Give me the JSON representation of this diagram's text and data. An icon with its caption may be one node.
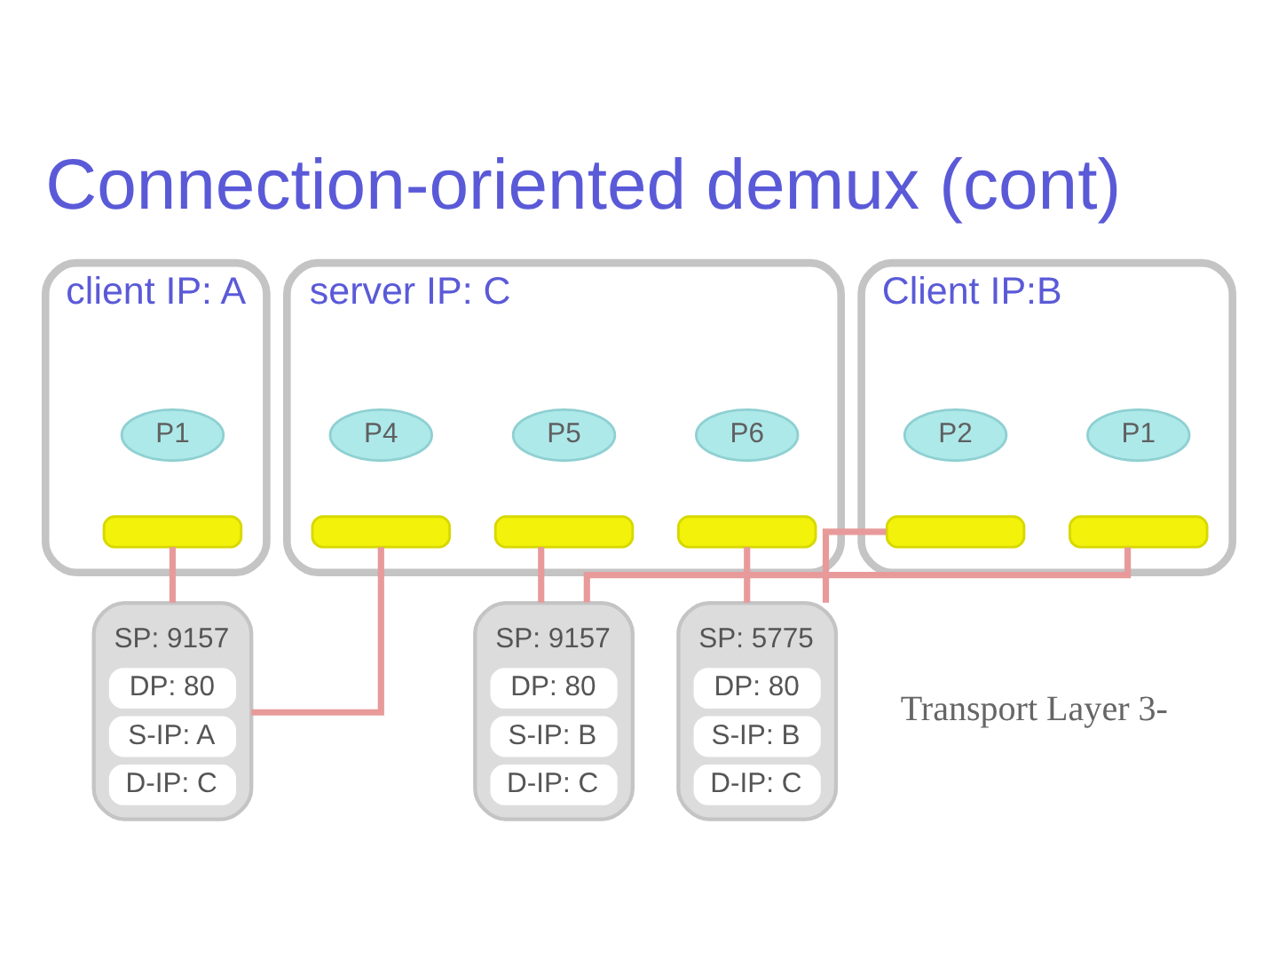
{
  "diagram": {
    "title": "Connection-oriented demux (cont)",
    "nodes": [
      {
        "text": [
          "client IP: A"
        ]
      },
      {
        "text": [
          "P1"
        ],
        "in": 0
      },
      {
        "text": [],
        "shape": "box",
        "in": 0
      },
      {
        "text": [
          "server IP: C"
        ]
      },
      {
        "text": [
          "P4"
        ],
        "in": 3
      },
      {
        "text": [
          "P5"
        ],
        "in": 3
      },
      {
        "text": [
          "P6"
        ],
        "in": 3
      },
      {
        "text": [],
        "shape": "box",
        "in": 3
      },
      {
        "text": [],
        "shape": "box",
        "in": 3
      },
      {
        "text": [],
        "shape": "box",
        "in": 3
      },
      {
        "text": [
          "Client IP:B"
        ]
      },
      {
        "text": [
          "P2"
        ],
        "in": 10
      },
      {
        "text": [
          "P1"
        ],
        "in": 10
      },
      {
        "text": [],
        "shape": "box",
        "in": 10
      },
      {
        "text": [],
        "shape": "box",
        "in": 10
      },
      {
        "text": [
          "SP: 5775",
          "DP: 80",
          "S-IP: B",
          "D-IP: C"
        ]
      },
      {
        "text": [
          "SP: 9157",
          "DP: 80",
          "S-IP: A",
          "D-IP: C"
        ]
      },
      {
        "text": [
          "SP: 9157",
          "DP: 80",
          "S-IP: B",
          "D-IP: C"
        ]
      }
    ],
    "edges": [
      {
        "from": 2,
        "to": 16,
        "arrow": "none"
      },
      {
        "from": 16,
        "to": 7,
        "arrow": "none"
      },
      {
        "from": 9,
        "to": 15,
        "arrow": "none"
      },
      {
        "from": 15,
        "to": 13,
        "arrow": "none"
      },
      {
        "from": 8,
        "to": 17,
        "arrow": "none"
      },
      {
        "from": 17,
        "to": 14,
        "arrow": "none"
      }
    ],
    "labels": [
      "Transport Layer 3-"
    ]
  }
}
